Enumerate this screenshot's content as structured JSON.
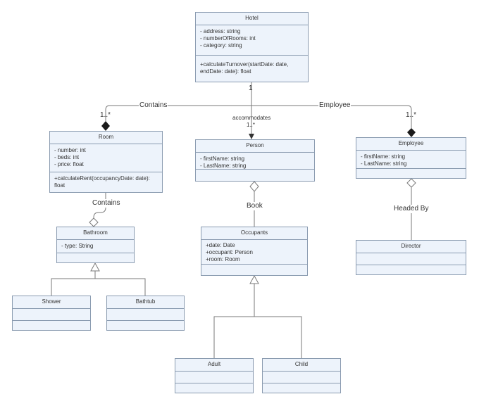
{
  "classes": {
    "hotel": {
      "name": "Hotel",
      "attributes": [
        "- address: string",
        "- numberOfRooms: int",
        "- category: string"
      ],
      "methods": [
        "+calculateTurnover(startDate: date, endDate: date): float"
      ]
    },
    "room": {
      "name": "Room",
      "attributes": [
        "- number: int",
        "- beds: int",
        "- price: float"
      ],
      "methods": [
        "+calculateRent(occupancyDate: date): float"
      ]
    },
    "person": {
      "name": "Person",
      "attributes": [
        "- firstName: string",
        "- LastName: string"
      ]
    },
    "employee": {
      "name": "Employee",
      "attributes": [
        "- firstName: string",
        "- LastName: string"
      ]
    },
    "bathroom": {
      "name": "Bathroom",
      "attributes": [
        "- type: String"
      ]
    },
    "occupants": {
      "name": "Occupants",
      "attributes": [
        "+date: Date",
        "+occupant: Person",
        "+room: Room"
      ]
    },
    "director": {
      "name": "Director"
    },
    "shower": {
      "name": "Shower"
    },
    "bathtub": {
      "name": "Bathtub"
    },
    "adult": {
      "name": "Adult"
    },
    "child": {
      "name": "Child"
    }
  },
  "relations": {
    "contains_rooms": {
      "label": "Contains",
      "multiplicity": "1..*"
    },
    "hotel_multiplicity": "1",
    "accommodates": {
      "label": "accommodates",
      "multiplicity": "1..*"
    },
    "employee": {
      "label": "Employee",
      "multiplicity": "1..*"
    },
    "contains_bathroom": {
      "label": "Contains"
    },
    "book": {
      "label": "Book"
    },
    "headed_by": {
      "label": "Headed By"
    }
  }
}
